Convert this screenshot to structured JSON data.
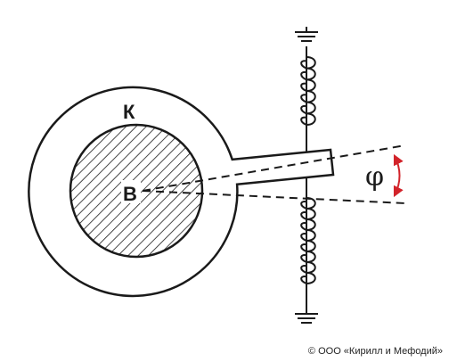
{
  "labels": {
    "ring": "К",
    "center": "B",
    "angle": "φ"
  },
  "copyright": "© ООО «Кирилл и Мефодий»",
  "colors": {
    "ink": "#1a1a1a",
    "arrow": "#d2232a",
    "background": "#ffffff"
  },
  "icons": {
    "top_ground": "ground-icon",
    "bottom_ground": "ground-icon"
  }
}
